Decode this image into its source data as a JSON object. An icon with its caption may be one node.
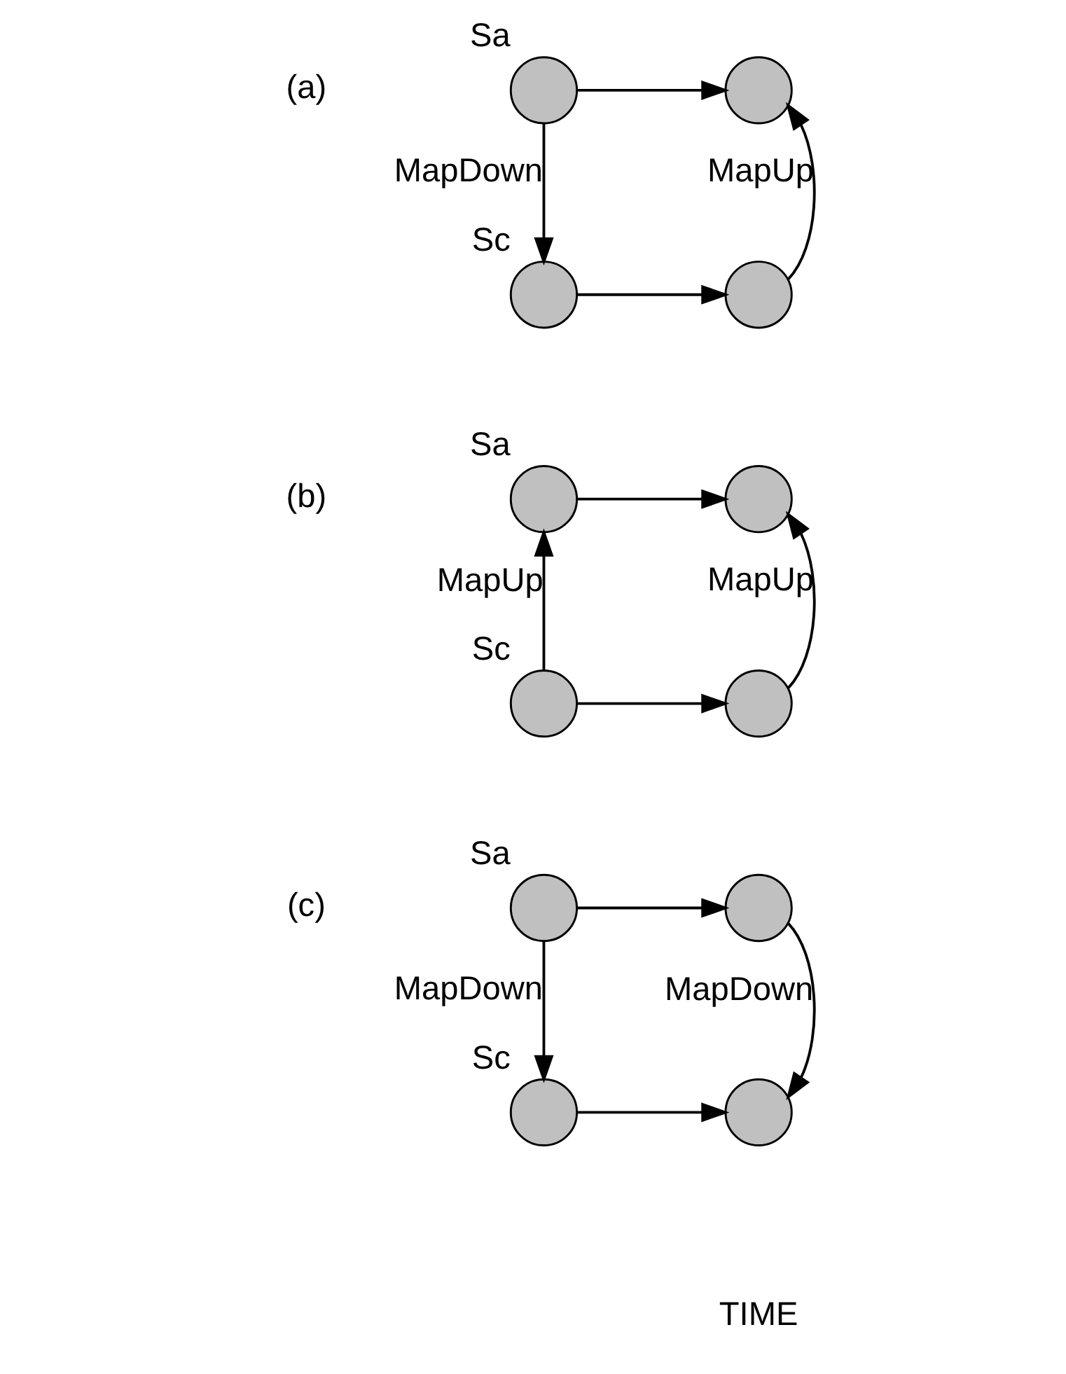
{
  "diagram": {
    "nodes": [
      {
        "text": [],
        "shape": "circle",
        "beside": [
          "Sa"
        ]
      },
      {
        "text": [],
        "shape": "circle"
      },
      {
        "text": [],
        "shape": "circle",
        "beside": [
          "Sc"
        ]
      },
      {
        "text": [],
        "shape": "circle"
      },
      {
        "text": [],
        "shape": "circle",
        "beside": [
          "Sa"
        ]
      },
      {
        "text": [],
        "shape": "circle"
      },
      {
        "text": [],
        "shape": "circle",
        "beside": [
          "Sc"
        ]
      },
      {
        "text": [],
        "shape": "circle"
      },
      {
        "text": [],
        "shape": "circle",
        "beside": [
          "Sa"
        ]
      },
      {
        "text": [],
        "shape": "circle"
      },
      {
        "text": [],
        "shape": "circle",
        "beside": [
          "Sc"
        ]
      },
      {
        "text": [],
        "shape": "circle"
      }
    ],
    "edges": [
      {
        "from": 0,
        "to": 1,
        "arrow": "to"
      },
      {
        "from": 0,
        "to": 2,
        "arrow": "to",
        "label": "MapDown"
      },
      {
        "from": 2,
        "to": 3,
        "arrow": "to"
      },
      {
        "from": 3,
        "to": 1,
        "arrow": "to",
        "label": "MapUp"
      },
      {
        "from": 4,
        "to": 5,
        "arrow": "to"
      },
      {
        "from": 6,
        "to": 4,
        "arrow": "to",
        "label": "MapUp"
      },
      {
        "from": 6,
        "to": 7,
        "arrow": "to"
      },
      {
        "from": 7,
        "to": 5,
        "arrow": "to",
        "label": "MapUp"
      },
      {
        "from": 8,
        "to": 9,
        "arrow": "to"
      },
      {
        "from": 8,
        "to": 10,
        "arrow": "to",
        "label": "MapDown"
      },
      {
        "from": 10,
        "to": 11,
        "arrow": "to"
      },
      {
        "from": 9,
        "to": 11,
        "arrow": "to",
        "label": "MapDown"
      }
    ],
    "labels": [
      "(a)",
      "(b)",
      "(c)",
      "TIME"
    ]
  }
}
